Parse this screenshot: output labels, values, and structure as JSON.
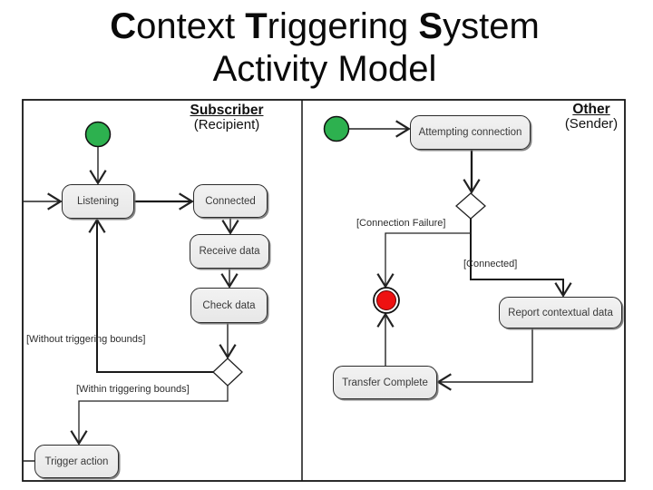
{
  "title": {
    "bold1": "C",
    "rest1": "ontext ",
    "bold2": "T",
    "rest2": "riggering ",
    "bold3": "S",
    "rest3": "ystem",
    "line2": "Activity Model"
  },
  "lanes": {
    "subscriber": {
      "name": "Subscriber",
      "subtitle": "(Recipient)"
    },
    "other": {
      "name": "Other",
      "subtitle": "(Sender)"
    }
  },
  "nodes": {
    "listening": "Listening",
    "connected": "Connected",
    "receive_data": "Receive data",
    "check_data": "Check data",
    "trigger_action": "Trigger action",
    "attempting_connection": "Attempting connection",
    "report_contextual_data": "Report contextual data",
    "transfer_complete": "Transfer Complete"
  },
  "guards": {
    "without_bounds": "[Without triggering bounds]",
    "within_bounds": "[Within triggering bounds]",
    "connection_failure": "[Connection Failure]",
    "connected": "[Connected]"
  },
  "colors": {
    "start_node": "#2db14f",
    "final_node": "#ee1111",
    "line": "#222222"
  }
}
